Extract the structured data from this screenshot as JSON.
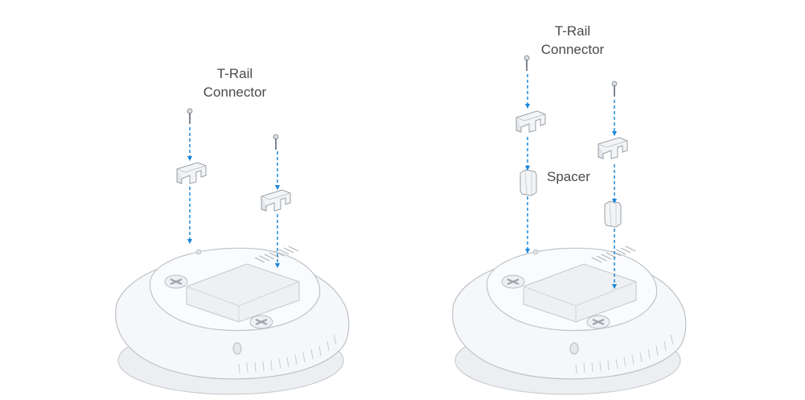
{
  "labels": {
    "left_connector_line1": "T-Rail",
    "left_connector_line2": "Connector",
    "right_connector_line1": "T-Rail",
    "right_connector_line2": "Connector",
    "spacer": "Spacer"
  },
  "colors": {
    "arrow": "#1e88d8",
    "outline": "#b9bec4",
    "body_fill": "#f4f5f7",
    "shade": "#e3e6ea",
    "text": "#4a4a4a"
  }
}
